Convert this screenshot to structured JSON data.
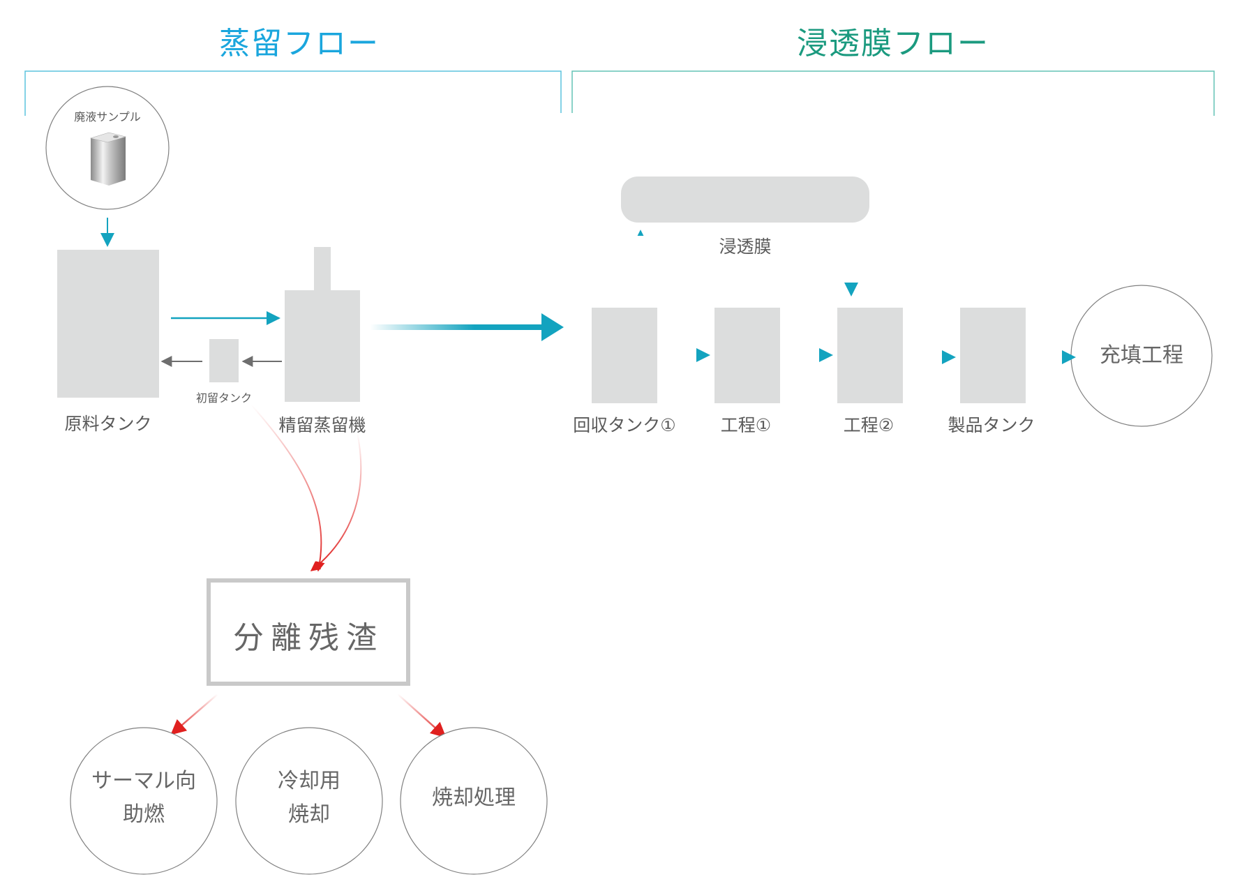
{
  "titles": {
    "distillation_flow": "蒸留フロー",
    "membrane_flow": "浸透膜フロー"
  },
  "distillation": {
    "waste_sample": "廃液サンプル",
    "raw_material_tank": "原料タンク",
    "initial_distillate_tank": "初留タンク",
    "rectification_still": "精留蒸留機",
    "separation_residue": "分離残渣",
    "outputs": [
      {
        "line1": "サーマル向",
        "line2": "助燃"
      },
      {
        "line1": "冷却用",
        "line2": "焼却"
      },
      {
        "line1": "焼却処理",
        "line2": ""
      }
    ]
  },
  "membrane": {
    "membrane": "浸透膜",
    "recovery_tank": "回収タンク①",
    "process_1": "工程①",
    "process_2": "工程②",
    "product_tank": "製品タンク",
    "filling_process": "充填工程"
  },
  "colors": {
    "distillation_title": "#1aa6dd",
    "membrane_title": "#1b9a7f",
    "flow_arrow": "#13a3bf",
    "residue_arrow": "#e0201f",
    "return_arrow": "#6e6e6e",
    "equipment_fill": "#dcdddd",
    "outline": "#808080"
  }
}
